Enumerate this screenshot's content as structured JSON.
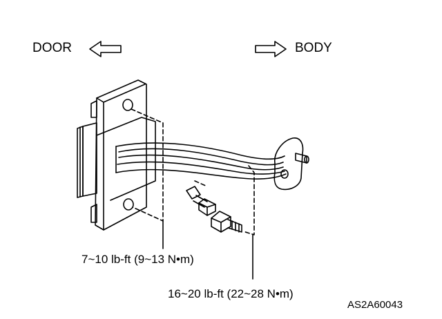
{
  "labels": {
    "door": "DOOR",
    "body": "BODY",
    "torque_door": "7~10 lb-ft (9~13 N•m)",
    "torque_body": "16~20 lb-ft (22~28 N•m)",
    "figure_code": "AS2A60043"
  },
  "icons": {
    "door_arrow": "arrow-left-outline-icon",
    "body_arrow": "arrow-right-outline-icon"
  },
  "colors": {
    "ink": "#000000",
    "background": "#ffffff"
  }
}
